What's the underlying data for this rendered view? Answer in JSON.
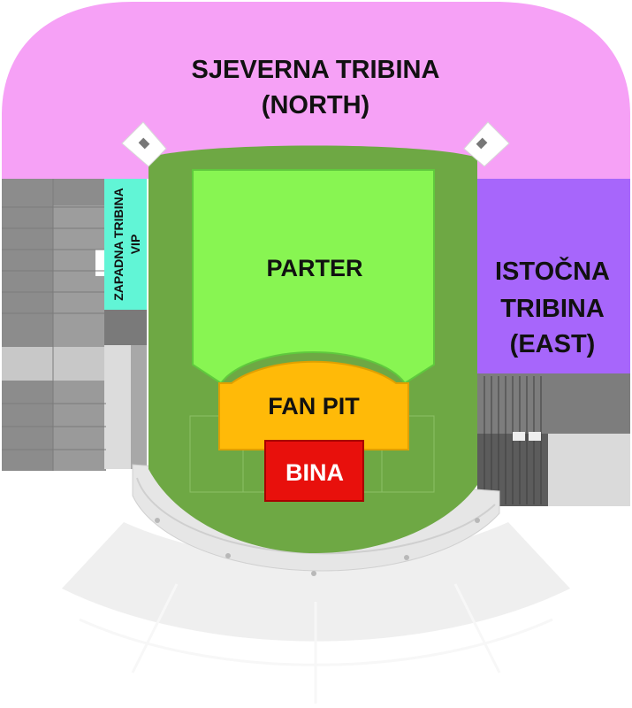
{
  "map": {
    "colors": {
      "north": "#f6a1f6",
      "east": "#a766fb",
      "vip": "#61f5d6",
      "field": "#6ea844",
      "parter": "#88f552",
      "fanpit": "#ffba08",
      "stage": "#e8100c",
      "structure": "#8c8c8c"
    },
    "sections": {
      "north": {
        "line1": "SJEVERNA TRIBINA",
        "line2": "(NORTH)"
      },
      "east": {
        "line1": "ISTOČNA",
        "line2": "TRIBINA",
        "line3": "(EAST)"
      },
      "vip": {
        "line1": "ZAPADNA TRIBINA",
        "line2": "VIP"
      },
      "parter": {
        "label": "PARTER"
      },
      "fanpit": {
        "label": "FAN PIT"
      },
      "stage": {
        "label": "BINA"
      }
    }
  }
}
